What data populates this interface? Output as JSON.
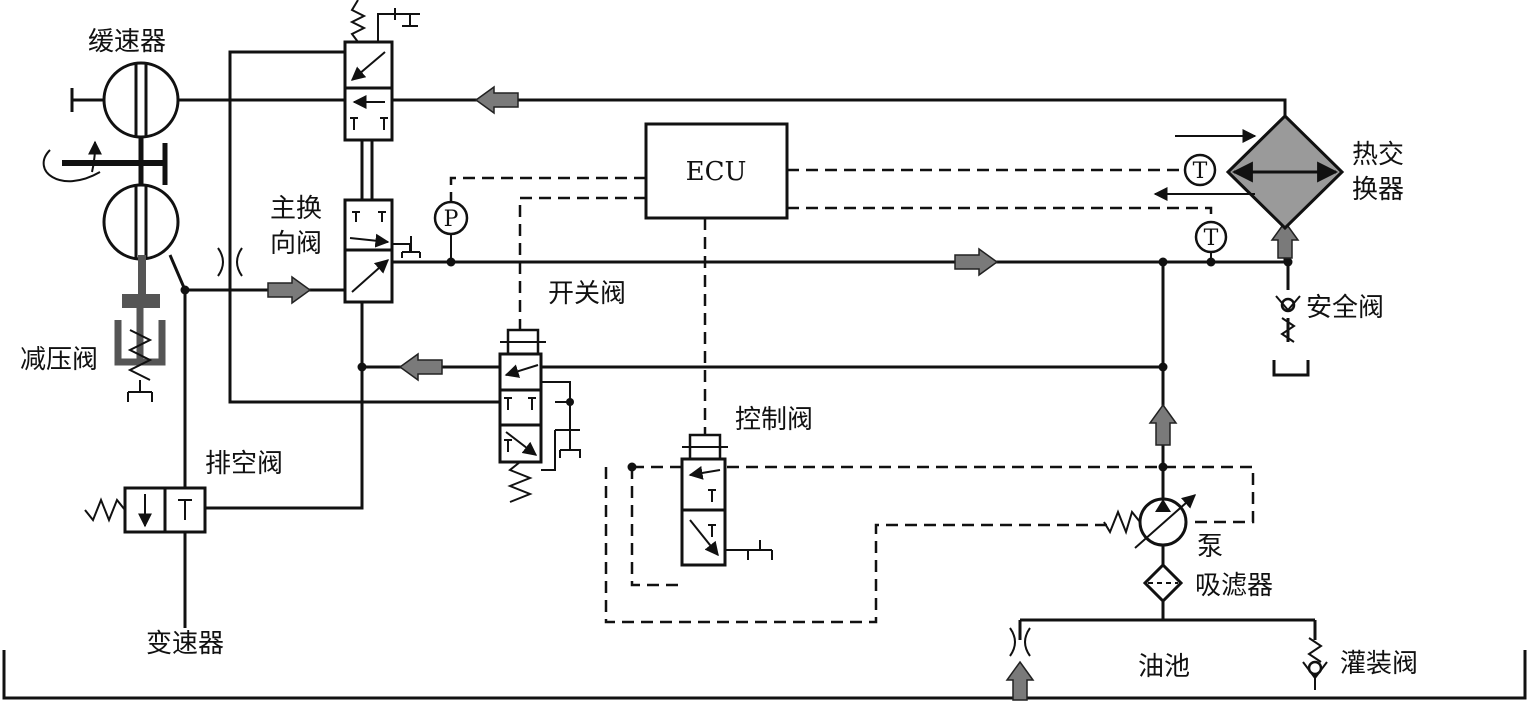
{
  "labels": {
    "retarder": "缓速器",
    "main_valve_line1": "主换",
    "main_valve_line2": "向阀",
    "pressure_reducing_valve": "减压阀",
    "exhaust_valve": "排空阀",
    "transmission": "变速器",
    "switch_valve": "开关阀",
    "control_valve": "控制阀",
    "ecu": "ECU",
    "heat_exchanger_line1": "热交",
    "heat_exchanger_line2": "换器",
    "safety_valve": "安全阀",
    "pump": "泵",
    "suction_filter": "吸滤器",
    "oil_sump": "油池",
    "fill_valve": "灌装阀"
  },
  "symbols": {
    "pressure_sensor": "P",
    "temperature_sensor_1": "T",
    "temperature_sensor_2": "T"
  },
  "colors": {
    "line": "#111111",
    "flow_arrow": "#7a7a7a",
    "exchanger_fill": "#9a9a9a"
  }
}
